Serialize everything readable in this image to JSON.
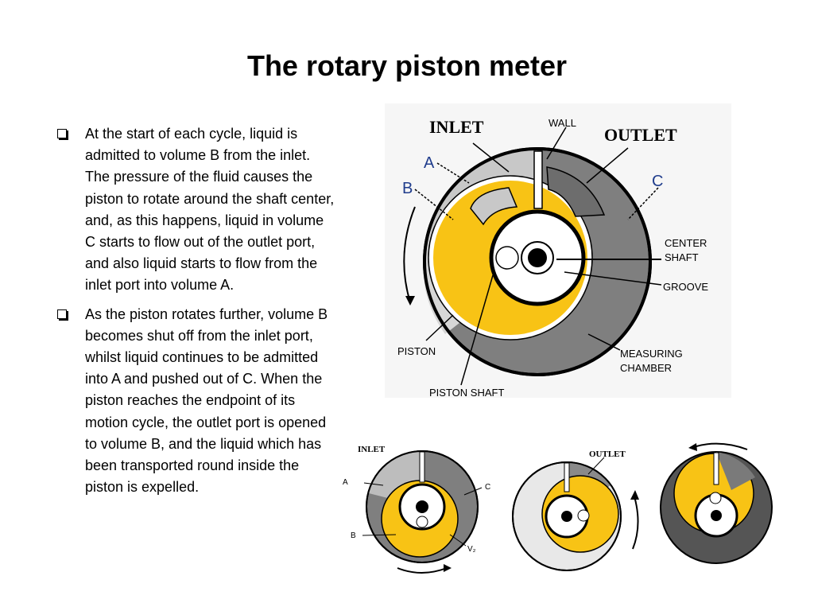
{
  "slide": {
    "title": "The rotary piston meter",
    "bullets": [
      "At the start of each cycle, liquid is admitted to volume B from the inlet. The pressure of the fluid causes the piston to rotate around the shaft center, and, as this happens, liquid in volume C starts to flow out of the outlet port, and also liquid starts to flow from the inlet port into volume A.",
      "As the piston rotates further, volume B becomes shut off from the inlet port, whilst liquid continues to be admitted into A and pushed out of C. When the piston reaches the endpoint of its motion cycle, the outlet port is opened to volume B, and the liquid which has been transported round inside the piston is expelled."
    ]
  },
  "main_diagram": {
    "labels": {
      "inlet": "INLET",
      "wall": "WALL",
      "outlet": "OUTLET",
      "a": "A",
      "b": "B",
      "c": "C",
      "center_shaft_1": "CENTER",
      "center_shaft_2": "SHAFT",
      "groove": "GROOVE",
      "piston": "PISTON",
      "measuring_1": "MEASURING",
      "measuring_2": "CHAMBER",
      "piston_shaft": "PISTON SHAFT"
    }
  },
  "small_diagrams": {
    "stage1": {
      "inlet": "INLET",
      "a": "A",
      "b": "B",
      "c": "C",
      "v2": "V₂"
    },
    "stage2": {
      "outlet": "OUTLET"
    }
  },
  "colors": {
    "yellow": "#f8c315",
    "dark_gray": "#7f7f7f",
    "light_gray": "#c8c8c8",
    "accent_blue": "#1f3c8c"
  }
}
